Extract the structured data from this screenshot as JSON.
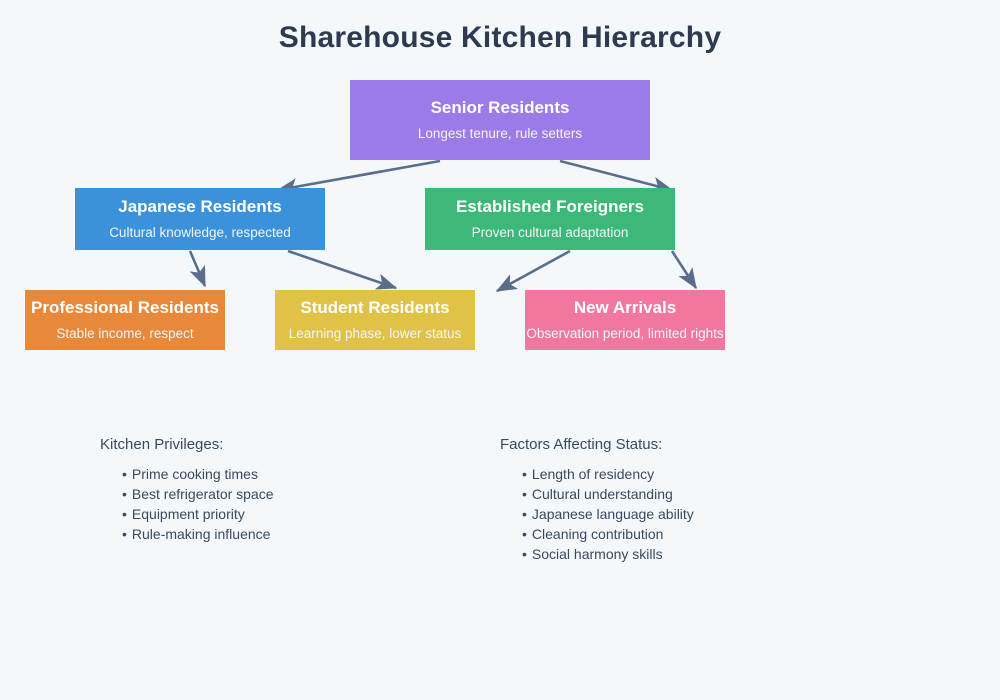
{
  "page": {
    "title": "Sharehouse Kitchen Hierarchy",
    "background_color": "#f4f8fb",
    "title_color": "#2e3a4f",
    "arrow_color": "#5a6e8c"
  },
  "hierarchy": {
    "nodes": [
      {
        "id": "senior",
        "title": "Senior Residents",
        "subtitle": "Longest tenure, rule setters",
        "color": "#9b7be8",
        "level": 1
      },
      {
        "id": "japanese",
        "title": "Japanese Residents",
        "subtitle": "Cultural knowledge, respected",
        "color": "#3b92db",
        "level": 2
      },
      {
        "id": "established",
        "title": "Established Foreigners",
        "subtitle": "Proven cultural adaptation",
        "color": "#3cb878",
        "level": 2
      },
      {
        "id": "professional",
        "title": "Professional Residents",
        "subtitle": "Stable income, respect",
        "color": "#e8883a",
        "level": 3
      },
      {
        "id": "student",
        "title": "Student Residents",
        "subtitle": "Learning phase, lower status",
        "color": "#e0c246",
        "level": 3
      },
      {
        "id": "newarrivals",
        "title": "New Arrivals",
        "subtitle": "Observation period, limited rights",
        "color": "#f2779f",
        "level": 3
      }
    ]
  },
  "privileges": {
    "heading": "Kitchen Privileges:",
    "items": [
      "Prime cooking times",
      "Best refrigerator space",
      "Equipment priority",
      "Rule-making influence"
    ]
  },
  "factors": {
    "heading": "Factors Affecting Status:",
    "items": [
      "Length of residency",
      "Cultural understanding",
      "Japanese language ability",
      "Cleaning contribution",
      "Social harmony skills"
    ]
  },
  "bullet": "•"
}
